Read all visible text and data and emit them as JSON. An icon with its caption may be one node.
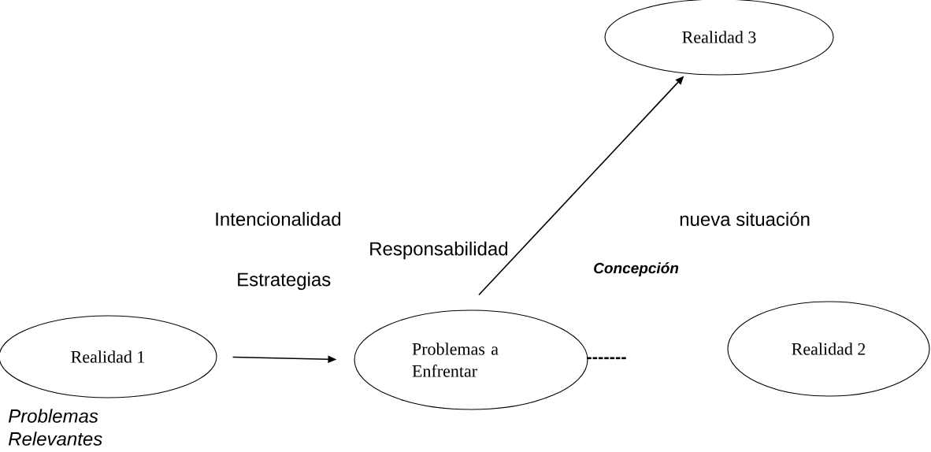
{
  "diagram": {
    "nodes": [
      {
        "text": [
          "Realidad 3"
        ]
      },
      {
        "text": [
          "Realidad 1"
        ],
        "beside": [
          "Problemas Relevantes"
        ]
      },
      {
        "text": [
          "Problemas a Enfrentar"
        ]
      },
      {
        "text": [
          "Realidad 2"
        ]
      }
    ],
    "edges": [
      {
        "from": 1,
        "to": 2,
        "arrow": "to"
      },
      {
        "from": 2,
        "to": 0,
        "arrow": "to"
      }
    ],
    "labels": [
      "Intencionalidad",
      "nueva situación",
      "Responsabilidad",
      "Estrategias",
      "Concepción",
      "-------"
    ]
  }
}
